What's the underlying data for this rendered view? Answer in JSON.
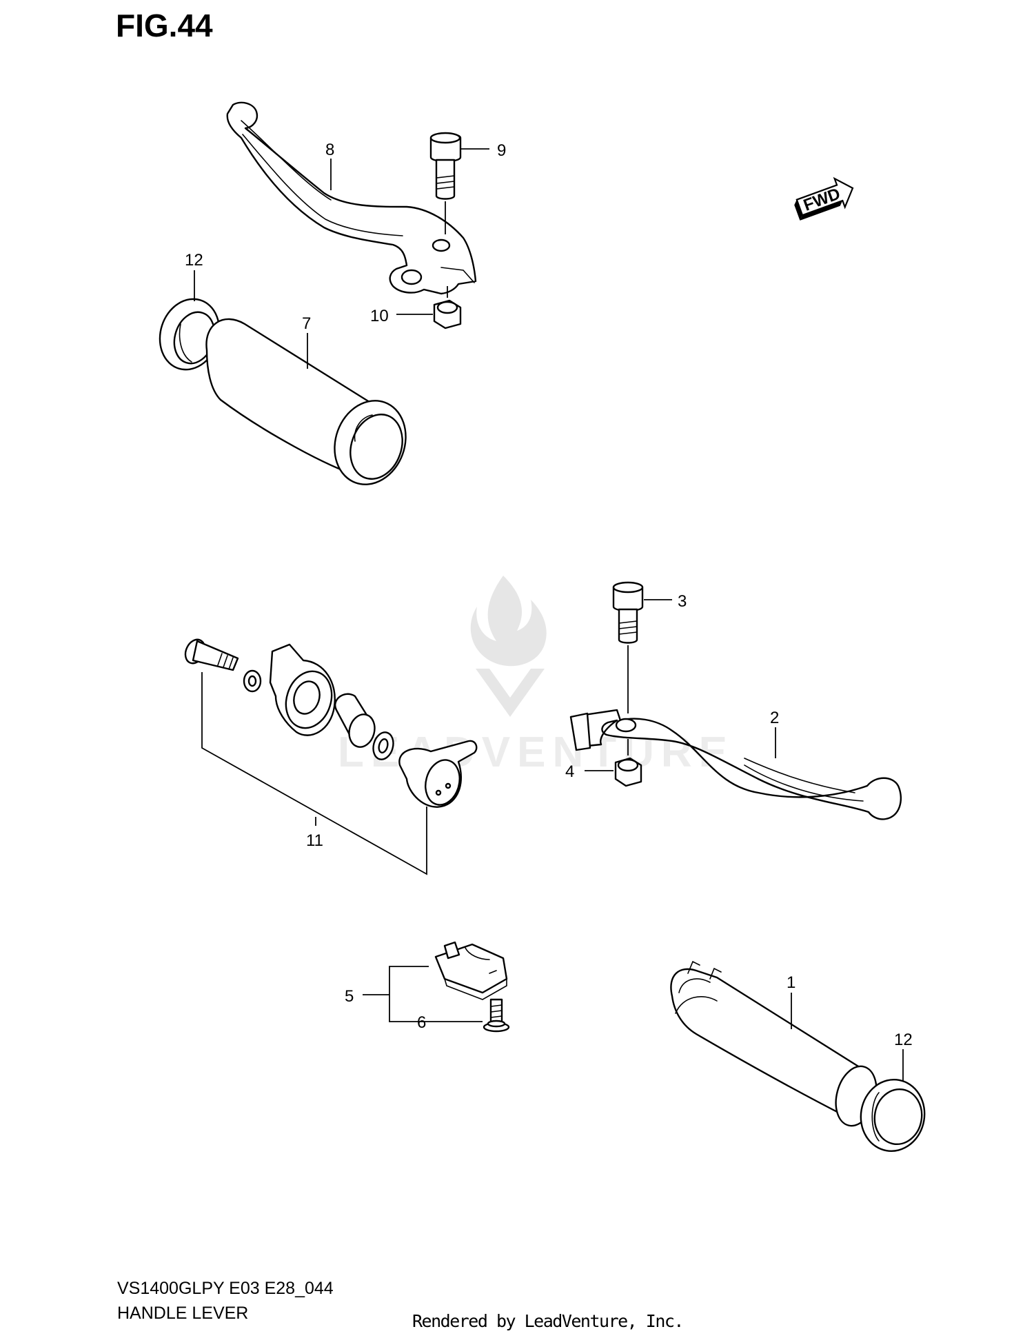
{
  "figure": {
    "title": "FIG.44"
  },
  "footer": {
    "model_code": "VS1400GLPY E03 E28_044",
    "section_name": "HANDLE LEVER"
  },
  "credit": "Rendered by LeadVenture, Inc.",
  "watermark": {
    "text": "LEADVENTURE"
  },
  "fwd_badge": {
    "text": "FWD"
  },
  "callouts": {
    "c1": "1",
    "c2": "2",
    "c3": "3",
    "c4": "4",
    "c5": "5",
    "c6": "6",
    "c7": "7",
    "c8": "8",
    "c9": "9",
    "c10": "10",
    "c11": "11",
    "c12a": "12",
    "c12b": "12"
  }
}
